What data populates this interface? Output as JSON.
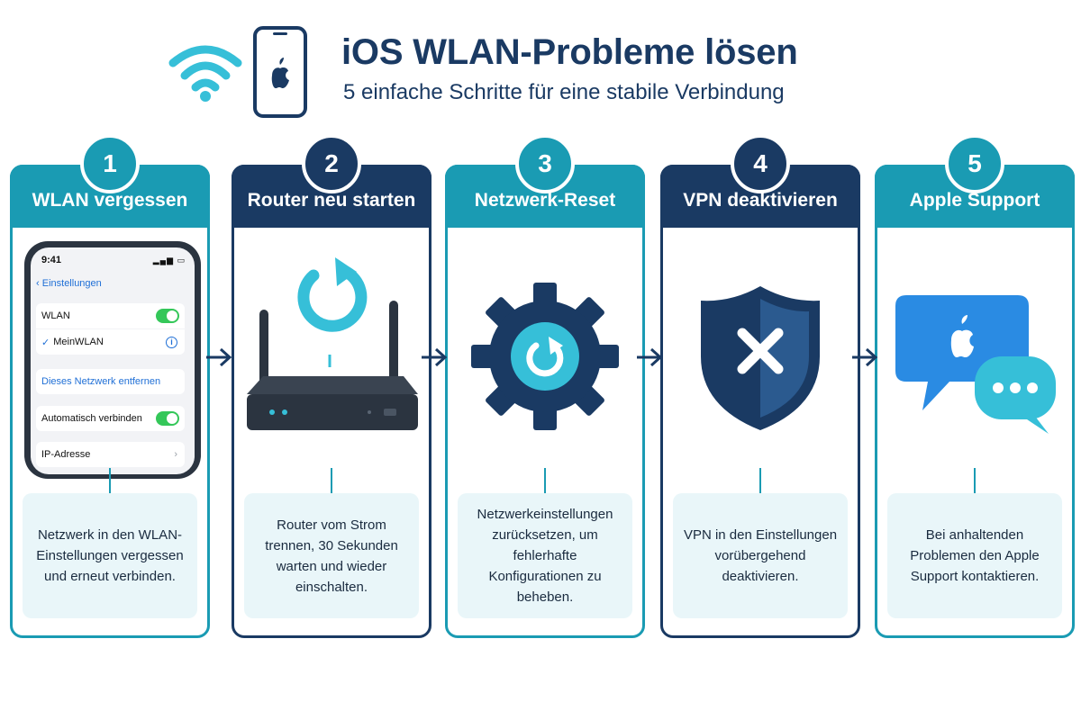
{
  "header": {
    "title": "iOS WLAN-Probleme lösen",
    "subtitle": "5 einfache Schritte für eine stabile Verbindung",
    "icons": [
      "wifi-icon",
      "phone-apple-icon"
    ]
  },
  "colors": {
    "teal": "#1a9bb3",
    "navy": "#1a3a63",
    "light_blue": "#e9f6f9",
    "cyan": "#36bfd8"
  },
  "steps": [
    {
      "number": "1",
      "title": "WLAN vergessen",
      "description": "Netzwerk in den WLAN-Einstellungen vergessen und erneut verbinden.",
      "icon": "iphone-settings-screen"
    },
    {
      "number": "2",
      "title": "Router neu starten",
      "description": "Router vom Strom trennen, 30 Sekunden warten und wieder einschalten.",
      "icon": "router-restart-icon"
    },
    {
      "number": "3",
      "title": "Netzwerk-Reset",
      "description": "Netzwerkeinstellungen zurücksetzen, um fehlerhafte Konfigurationen zu beheben.",
      "icon": "gear-reset-icon"
    },
    {
      "number": "4",
      "title": "VPN deaktivieren",
      "description": "VPN in den Einstellungen vorübergehend deaktivieren.",
      "icon": "shield-x-icon"
    },
    {
      "number": "5",
      "title": "Apple Support",
      "description": "Bei anhaltenden Problemen den Apple Support kontaktieren.",
      "icon": "apple-chat-icon"
    }
  ],
  "phone_screen": {
    "time": "9:41",
    "back_label": "Einstellungen",
    "wlan_label": "WLAN",
    "network_name": "MeinWLAN",
    "forget_label": "Dieses Netzwerk entfernen",
    "auto_join_label": "Automatisch verbinden",
    "ip_label": "IP-Adresse",
    "info_glyph": "i",
    "checkmark": "✓",
    "chevron": "›"
  }
}
